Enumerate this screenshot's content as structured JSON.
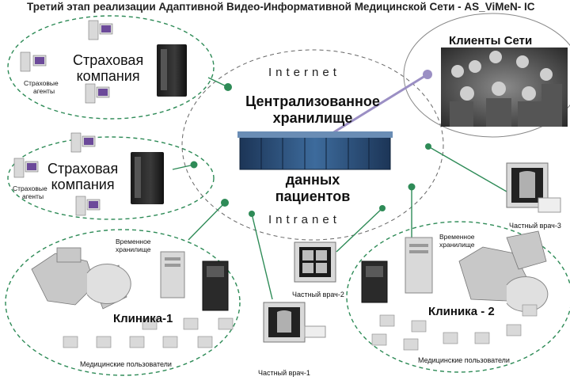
{
  "title": "Третий этап реализации Адаптивной Видео-Информативной Медицинской Сети  - AS_ViMeN- IC",
  "network": {
    "internet": "Internet",
    "intranet": "Intranet"
  },
  "center": {
    "line1": "Централизованное",
    "line2": "хранилище",
    "line3": "данных",
    "line4": "пациентов"
  },
  "clients": {
    "label": "Клиенты Сети"
  },
  "insurance1": {
    "line1": "Страховая",
    "line2": "компания",
    "agents_line1": "Страховые",
    "agents_line2": "агенты"
  },
  "insurance2": {
    "line1": "Страховая",
    "line2": "компания",
    "agents_line1": "Страховые",
    "agents_line2": "агенты"
  },
  "clinic1": {
    "label": "Клиника-1",
    "storage_line1": "Временное",
    "storage_line2": "хранилище",
    "users": "Медицинские пользователи"
  },
  "clinic2": {
    "label": "Клиника - 2",
    "storage_line1": "Временное",
    "storage_line2": "хранилище",
    "users": "Медицинские пользователи"
  },
  "doctors": {
    "d1": "Частный врач-1",
    "d2": "Частный врач-2",
    "d3": "Частный врач-3"
  },
  "colors": {
    "ellipse": "#2e8b57",
    "link": "#2e8b57",
    "clients_link": "#9b8fc4",
    "server": "#23466e",
    "screen": "#6c4a9a"
  }
}
